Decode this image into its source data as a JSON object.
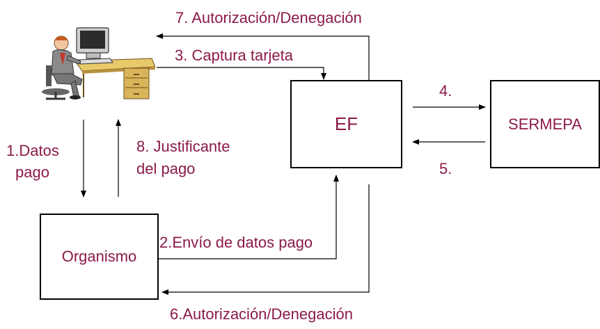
{
  "nodes": {
    "ef": "EF",
    "sermepa": "SERMEPA",
    "organismo": "Organismo"
  },
  "labels": {
    "step7": "7. Autorización/Denegación",
    "step3": "3. Captura tarjeta",
    "step4": "4.",
    "step5": "5.",
    "step1_line1": "1.Datos",
    "step1_line2": "pago",
    "step8_line1": "8. Justificante",
    "step8_line2": "del pago",
    "step2": "2.Envío de datos pago",
    "step6": "6.Autorización/Denegación"
  },
  "colors": {
    "text": "#8b1a4a",
    "lines": "#000000"
  },
  "icons": {
    "user": "person-at-computer-clipart"
  }
}
